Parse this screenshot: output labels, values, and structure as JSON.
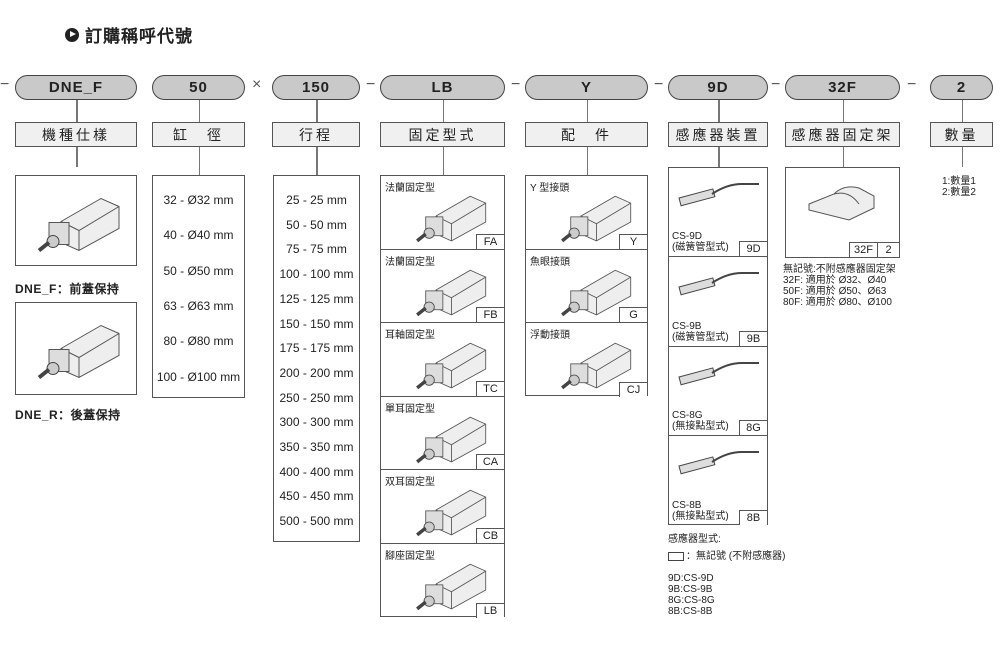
{
  "title": "訂購稱呼代號",
  "code_parts": [
    {
      "code": "DNE_F",
      "label": "機種仕樣"
    },
    {
      "code": "50",
      "label": "缸　徑"
    },
    {
      "code": "150",
      "label": "行程"
    },
    {
      "code": "LB",
      "label": "固定型式"
    },
    {
      "code": "Y",
      "label": "配　件"
    },
    {
      "code": "9D",
      "label": "感應器裝置"
    },
    {
      "code": "32F",
      "label": "感應器固定架"
    },
    {
      "code": "2",
      "label": "數量"
    }
  ],
  "separators": [
    "×",
    "−",
    "−",
    "−",
    "−",
    "−",
    "−"
  ],
  "models": [
    {
      "caption": "DNE_F：前蓋保持"
    },
    {
      "caption": "DNE_R：後蓋保持"
    }
  ],
  "bores": [
    "32 - Ø32 mm",
    "40 - Ø40 mm",
    "50 - Ø50 mm",
    "63 - Ø63 mm",
    "80 - Ø80 mm",
    "100 - Ø100 mm"
  ],
  "strokes": [
    "25 - 25 mm",
    "50 - 50 mm",
    "75 - 75 mm",
    "100 - 100 mm",
    "125 - 125 mm",
    "150 - 150 mm",
    "175 - 175 mm",
    "200 - 200 mm",
    "250 - 250 mm",
    "300 - 300 mm",
    "350 - 350 mm",
    "400 - 400 mm",
    "450 - 450 mm",
    "500 - 500 mm"
  ],
  "mounts": [
    {
      "label": "法蘭固定型",
      "code": "FA"
    },
    {
      "label": "法蘭固定型",
      "code": "FB"
    },
    {
      "label": "耳軸固定型",
      "code": "TC"
    },
    {
      "label": "單耳固定型",
      "code": "CA"
    },
    {
      "label": "双耳固定型",
      "code": "CB"
    },
    {
      "label": "腳座固定型",
      "code": "LB"
    }
  ],
  "accessories": [
    {
      "label": "Y 型接頭",
      "code": "Y"
    },
    {
      "label": "魚眼接頭",
      "code": "G"
    },
    {
      "label": "浮動接頭",
      "code": "CJ"
    }
  ],
  "sensors": [
    {
      "model": "CS-9D",
      "type": "(磁簧管型式)",
      "code": "9D"
    },
    {
      "model": "CS-9B",
      "type": "(磁簧管型式)",
      "code": "9B"
    },
    {
      "model": "CS-8G",
      "type": "(無接點型式)",
      "code": "8G"
    },
    {
      "model": "CS-8B",
      "type": "(無接點型式)",
      "code": "8B"
    }
  ],
  "sensor_notes": {
    "heading": "感應器型式:",
    "blank": "：無記號 (不附感應器)",
    "list": [
      "9D:CS-9D",
      "9B:CS-9B",
      "8G:CS-8G",
      "8B:CS-8B"
    ]
  },
  "bracket": {
    "codes": [
      "32F",
      "2"
    ],
    "notes": [
      "無記號:不附感應器固定架",
      "32F:  適用於 Ø32、Ø40",
      "50F:  適用於 Ø50、Ø63",
      "80F:  適用於 Ø80、Ø100"
    ]
  },
  "quantity": [
    "1:數量1",
    "2:數量2"
  ]
}
